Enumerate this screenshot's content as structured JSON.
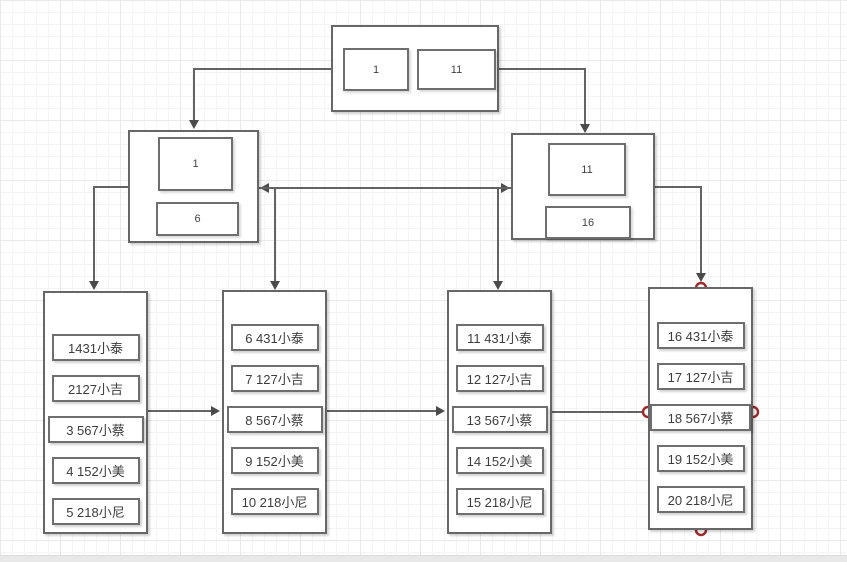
{
  "root": {
    "left_value": "1",
    "right_value": "11"
  },
  "left_group": {
    "main_value": "1",
    "sub_value": "6"
  },
  "right_group": {
    "main_value": "11",
    "sub_value": "16"
  },
  "columns": [
    {
      "items": [
        "1431小泰",
        "2127小吉",
        "3 567小蔡",
        "4 152小美",
        "5 218小尼"
      ]
    },
    {
      "items": [
        "6 431小泰",
        "7 127小吉",
        "8 567小蔡",
        "9 152小美",
        "10 218小尼"
      ]
    },
    {
      "items": [
        "11 431小泰",
        "12 127小吉",
        "13 567小蔡",
        "14 152小美",
        "15 218小尼"
      ]
    },
    {
      "items": [
        "16 431小泰",
        "17 127小吉",
        "18 567小蔡",
        "19 152小美",
        "20 218小尼"
      ]
    }
  ],
  "colors": {
    "shape_border": "#676767",
    "edge": "#636363",
    "selection_handle": "#9e2a2b",
    "grid_minor": "#f4f4f4",
    "grid_major": "#e9e9e9"
  }
}
